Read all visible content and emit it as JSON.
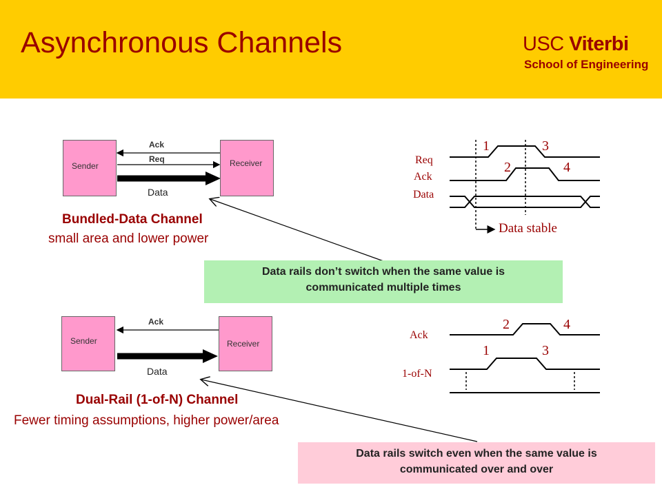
{
  "slide": {
    "title": "Asynchronous Channels",
    "logo": {
      "usc": "USC",
      "viterbi": "Viterbi",
      "school": "School of Engineering"
    }
  },
  "colors": {
    "header": "#ffcc00",
    "title": "#990000",
    "box": "#ff99cc",
    "note_top": "#b3f0b3",
    "note_bottom": "#ffccd9"
  },
  "bundled": {
    "sender": "Sender",
    "receiver": "Receiver",
    "ack": "Ack",
    "req": "Req",
    "data": "Data",
    "heading": "Bundled-Data Channel",
    "sub": "small area and lower power",
    "waveform": {
      "req": "Req",
      "ack": "Ack",
      "data": "Data",
      "n1": "1",
      "n2": "2",
      "n3": "3",
      "n4": "4",
      "stable": "Data stable"
    }
  },
  "note_top": {
    "line1": "Data rails don’t switch when the same value is",
    "line2": "communicated multiple times"
  },
  "dualrail": {
    "sender": "Sender",
    "receiver": "Receiver",
    "ack": "Ack",
    "data": "Data",
    "heading": "Dual-Rail (1-of-N) Channel",
    "sub": "Fewer timing assumptions, higher power/area",
    "waveform": {
      "ack": "Ack",
      "rail": "1-of-N",
      "n1": "1",
      "n2": "2",
      "n3": "3",
      "n4": "4"
    }
  },
  "note_bottom": {
    "line1": "Data rails switch even when the same value is",
    "line2": "communicated over and over"
  }
}
